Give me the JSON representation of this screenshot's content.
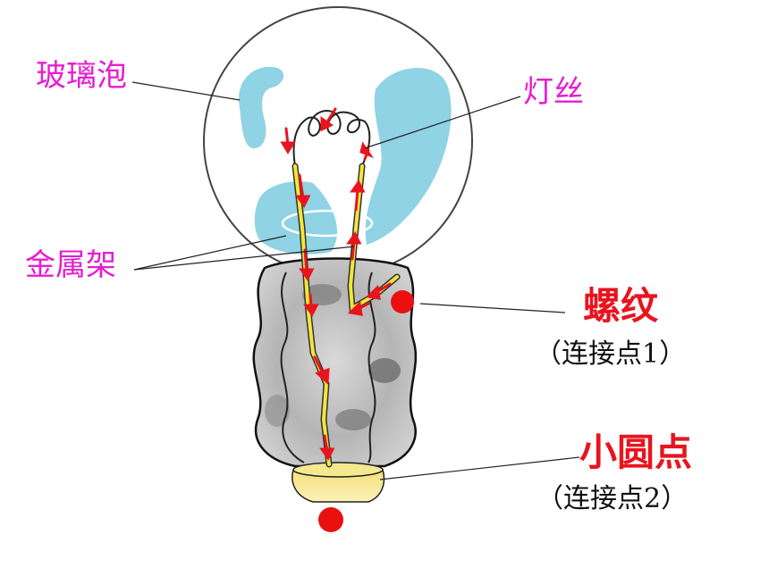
{
  "labels": {
    "glass_bulb": "玻璃泡",
    "filament": "灯丝",
    "metal_frame": "金属架",
    "thread": "螺纹",
    "thread_note": "（连接点1）",
    "dot": "小圆点",
    "dot_note": "（连接点2）"
  },
  "colors": {
    "label_pink": "#e61ecf",
    "label_red": "#e8141e",
    "wire_yellow": "#f2e63a",
    "current_arrow": "#e8141e",
    "glass_highlight": "#8fd3e4",
    "contact_dot": "#ea1010"
  }
}
